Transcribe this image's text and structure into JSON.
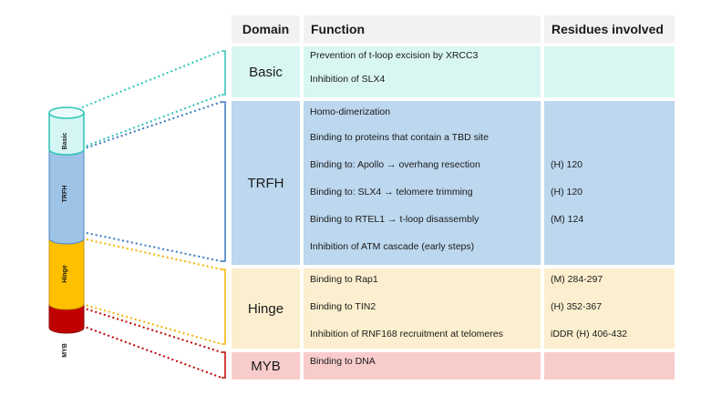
{
  "header": {
    "domain": "Domain",
    "function": "Function",
    "residues": "Residues involved"
  },
  "cylinder_labels": [
    "Basic",
    "TRFH",
    "Hinge",
    "MYB"
  ],
  "domains": [
    {
      "name": "Basic",
      "color": "#d9f7f2",
      "functions": [
        {
          "text": "Prevention of t-loop excision by XRCC3",
          "residues": ""
        },
        {
          "text": "Inhibition of SLX4",
          "residues": ""
        }
      ]
    },
    {
      "name": "TRFH",
      "color": "#bcd7ee",
      "functions": [
        {
          "text": "Homo-dimerization",
          "residues": ""
        },
        {
          "text": "Binding to proteins that contain a TBD site",
          "residues": ""
        },
        {
          "text": "Binding to: Apollo → overhang resection",
          "residues": "(H) 120"
        },
        {
          "text": "Binding to: SLX4 → telomere trimming",
          "residues": "(H) 120"
        },
        {
          "text": "Binding to RTEL1 → t-loop disassembly",
          "residues": "(M) 124"
        },
        {
          "text": "Inhibition of ATM cascade (early steps)",
          "residues": ""
        }
      ]
    },
    {
      "name": "Hinge",
      "color": "#fcefcf",
      "functions": [
        {
          "text": "Binding to Rap1",
          "residues": "(M) 284-297"
        },
        {
          "text": "Binding to  TIN2",
          "residues": "(H) 352-367"
        },
        {
          "text": "Inhibition of RNF168 recruitment at telomeres",
          "residues": "iDDR (H) 406-432"
        }
      ]
    },
    {
      "name": "MYB",
      "color": "#f9cccc",
      "functions": [
        {
          "text": "Binding to DNA",
          "residues": ""
        }
      ]
    }
  ],
  "colors": {
    "basic_line": "#2ec4b6",
    "trfh_line": "#3a78c2",
    "hinge_line": "#f5b400",
    "myb_line": "#c00000",
    "cyl_basic": "#d5f6f5",
    "cyl_trfh": "#9dc3e6",
    "cyl_hinge": "#ffc000",
    "cyl_myb": "#c00000"
  }
}
